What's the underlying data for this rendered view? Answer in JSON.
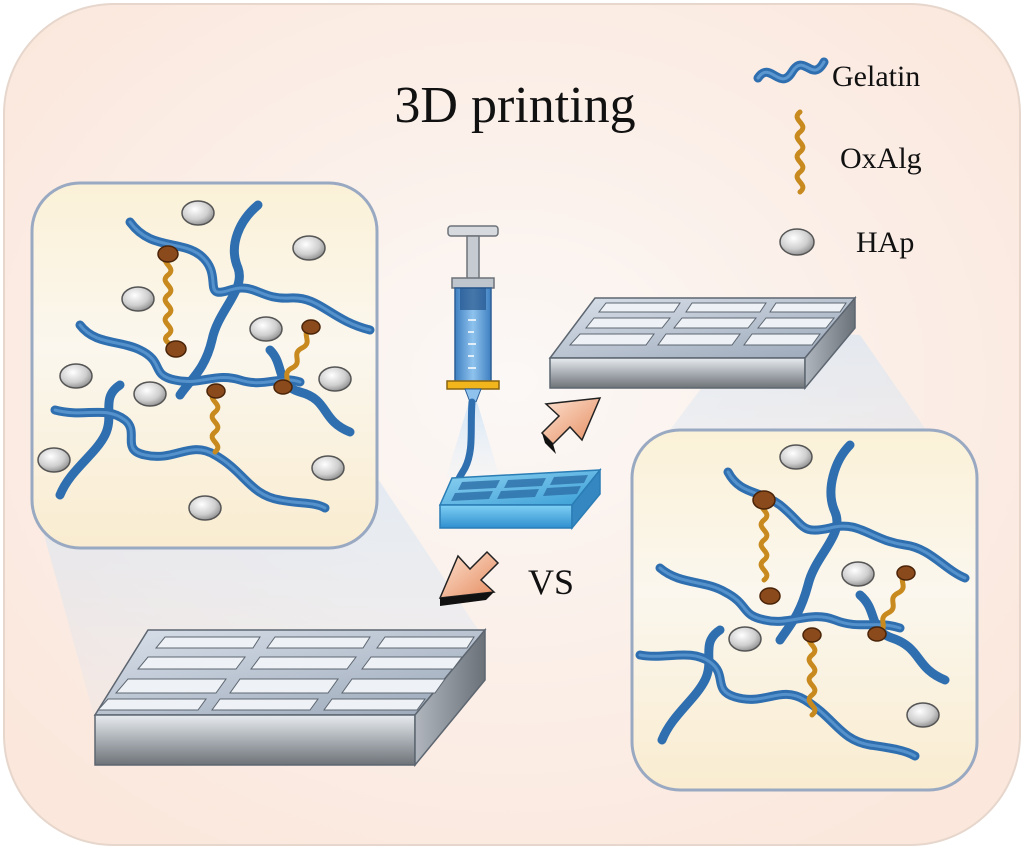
{
  "title": "3D printing",
  "comparison_label": "VS",
  "legend": {
    "items": [
      {
        "label": "Gelatin",
        "icon": "gelatin-helix-icon"
      },
      {
        "label": "OxAlg",
        "icon": "oxalg-chain-icon"
      },
      {
        "label": "HAp",
        "icon": "hap-particle-icon"
      }
    ]
  },
  "colors": {
    "gelatin": "#2f6fb0",
    "oxalg": "#c88a1e",
    "crosslink": "#8b4a1c",
    "hap": "#c9c9c9",
    "panel": "#fbf4e2",
    "arrow": "#f2a07a"
  }
}
